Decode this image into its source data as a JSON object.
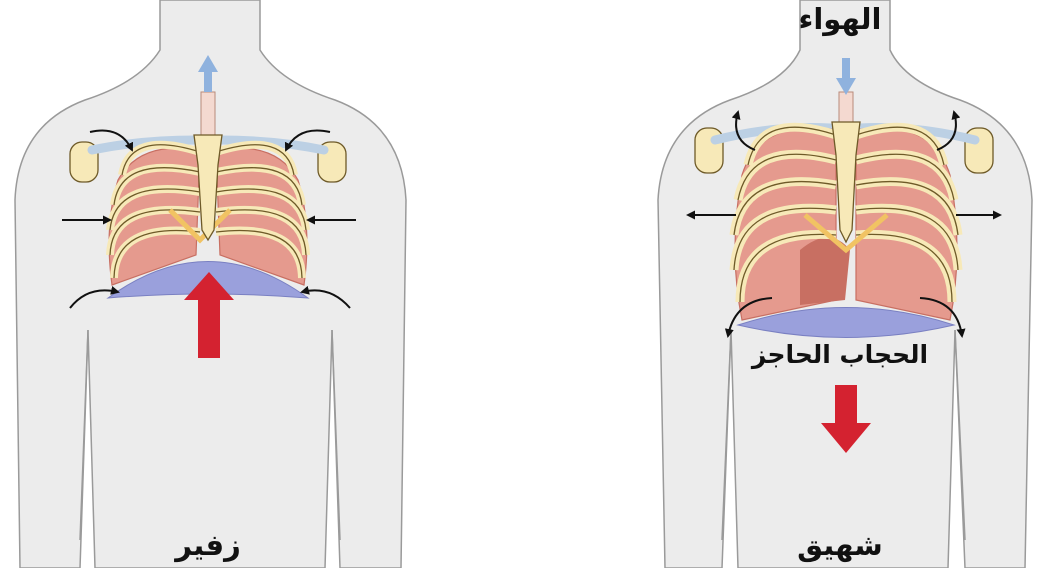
{
  "labels": {
    "air": "الهواء",
    "diaphragm": "الحجاب الحاجز",
    "inhale": "شهيق",
    "exhale": "زفير"
  },
  "colors": {
    "body": "#ececec",
    "body_outline": "#9a9a9a",
    "bone": "#f7e9b8",
    "bone_outline": "#6e5a28",
    "cartilage": "#f1c363",
    "lung": "#e59a8e",
    "lung_dark": "#c86f62",
    "diaphragm": "#9aa0dc",
    "red_arrow": "#d42230",
    "air_arrow": "#8fb2de",
    "movement_arrow": "#111111"
  },
  "panels": [
    {
      "name": "exhale",
      "air_flow": "out",
      "diaphragm_motion": "up",
      "rib_motion": "inward"
    },
    {
      "name": "inhale",
      "air_flow": "in",
      "diaphragm_motion": "down",
      "rib_motion": "outward"
    }
  ]
}
